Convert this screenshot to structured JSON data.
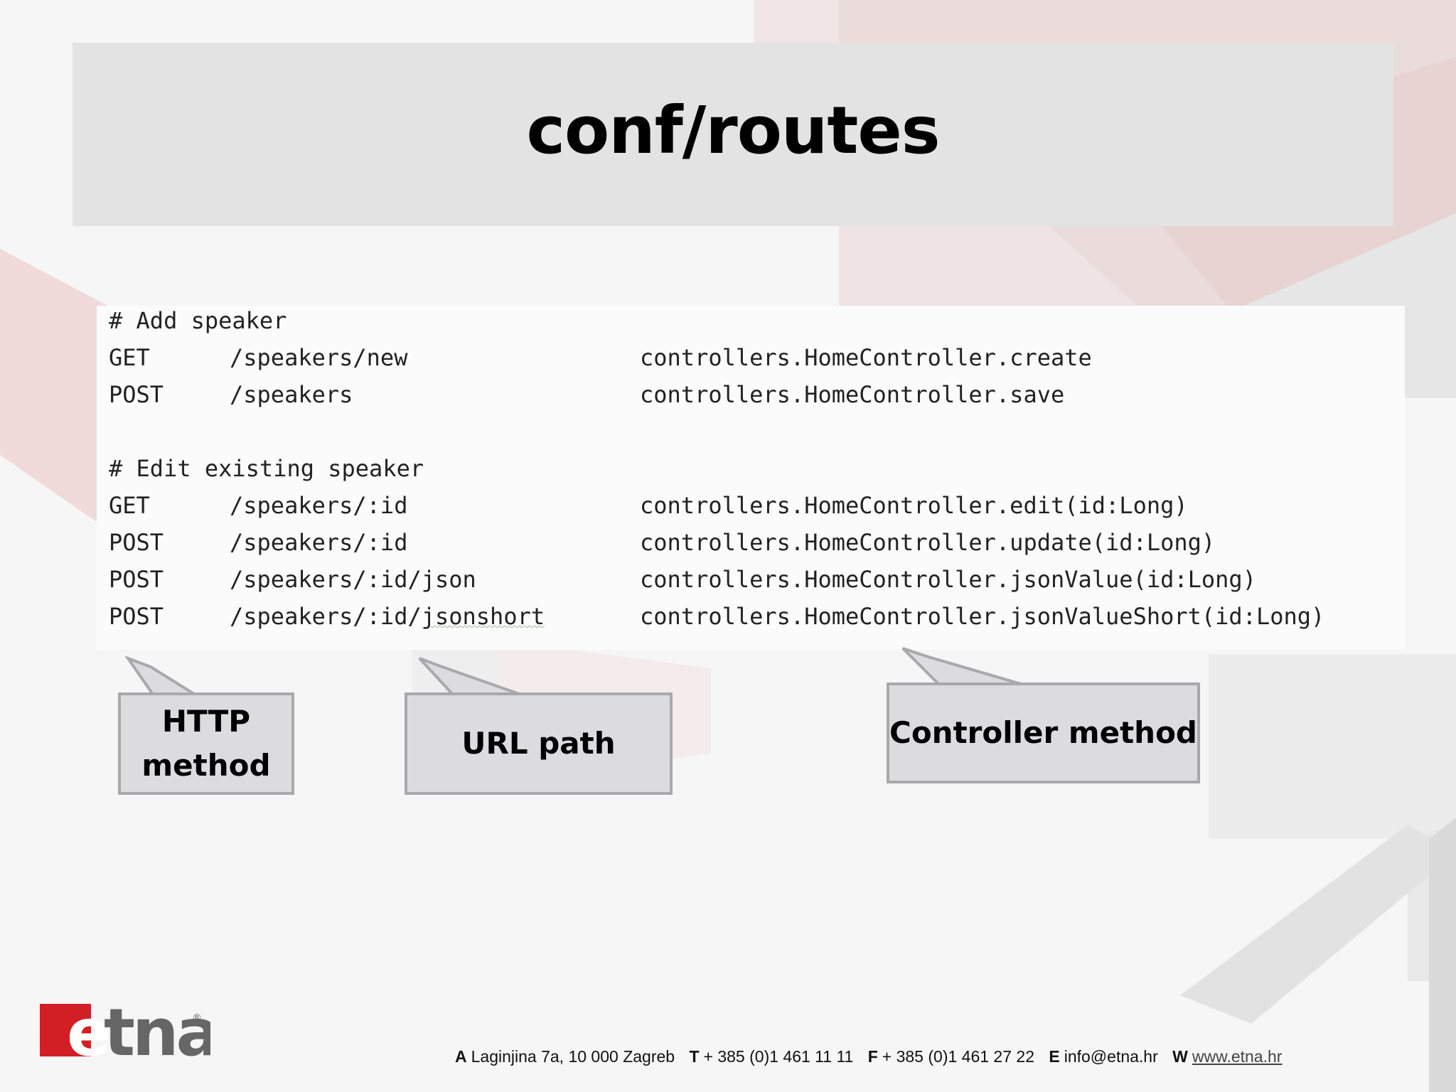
{
  "slide": {
    "title": "conf/routes"
  },
  "code": {
    "comment_add": "# Add speaker",
    "comment_edit": "# Edit existing speaker",
    "routes_add": [
      {
        "method": "GET",
        "path": "/speakers/new",
        "controller": "controllers.HomeController.create"
      },
      {
        "method": "POST",
        "path": "/speakers",
        "controller": "controllers.HomeController.save"
      }
    ],
    "routes_edit": [
      {
        "method": "GET",
        "path": "/speakers/:id",
        "controller": "controllers.HomeController.edit(id:Long)"
      },
      {
        "method": "POST",
        "path": "/speakers/:id",
        "controller": "controllers.HomeController.update(id:Long)"
      },
      {
        "method": "POST",
        "path": "/speakers/:id/json",
        "controller": "controllers.HomeController.jsonValue(id:Long)"
      },
      {
        "method": "POST",
        "path": "/speakers/:id/",
        "path_underlined": "jsonshort",
        "controller": "controllers.HomeController.jsonValueShort(id:Long)"
      }
    ]
  },
  "callouts": {
    "http_line1": "HTTP",
    "http_line2": "method",
    "url": "URL path",
    "controller": "Controller method"
  },
  "footer": {
    "label_a": "A",
    "address": "Laginjina 7a, 10 000 Zagreb",
    "label_t": "T",
    "phone": "+ 385 (0)1 461 11 11",
    "label_f": "F",
    "fax": "+ 385 (0)1 461 27 22",
    "label_e": "E",
    "email": "info@etna.hr",
    "label_w": "W",
    "website": "www.etna.hr"
  },
  "logo": {
    "text": "etna",
    "mark": "®"
  },
  "colors": {
    "brand_red": "#d21f26",
    "logo_gray": "#666666",
    "title_band": "#e3e3e3",
    "callout_fill": "#dcdcdf",
    "callout_border": "#a9a9ab"
  }
}
